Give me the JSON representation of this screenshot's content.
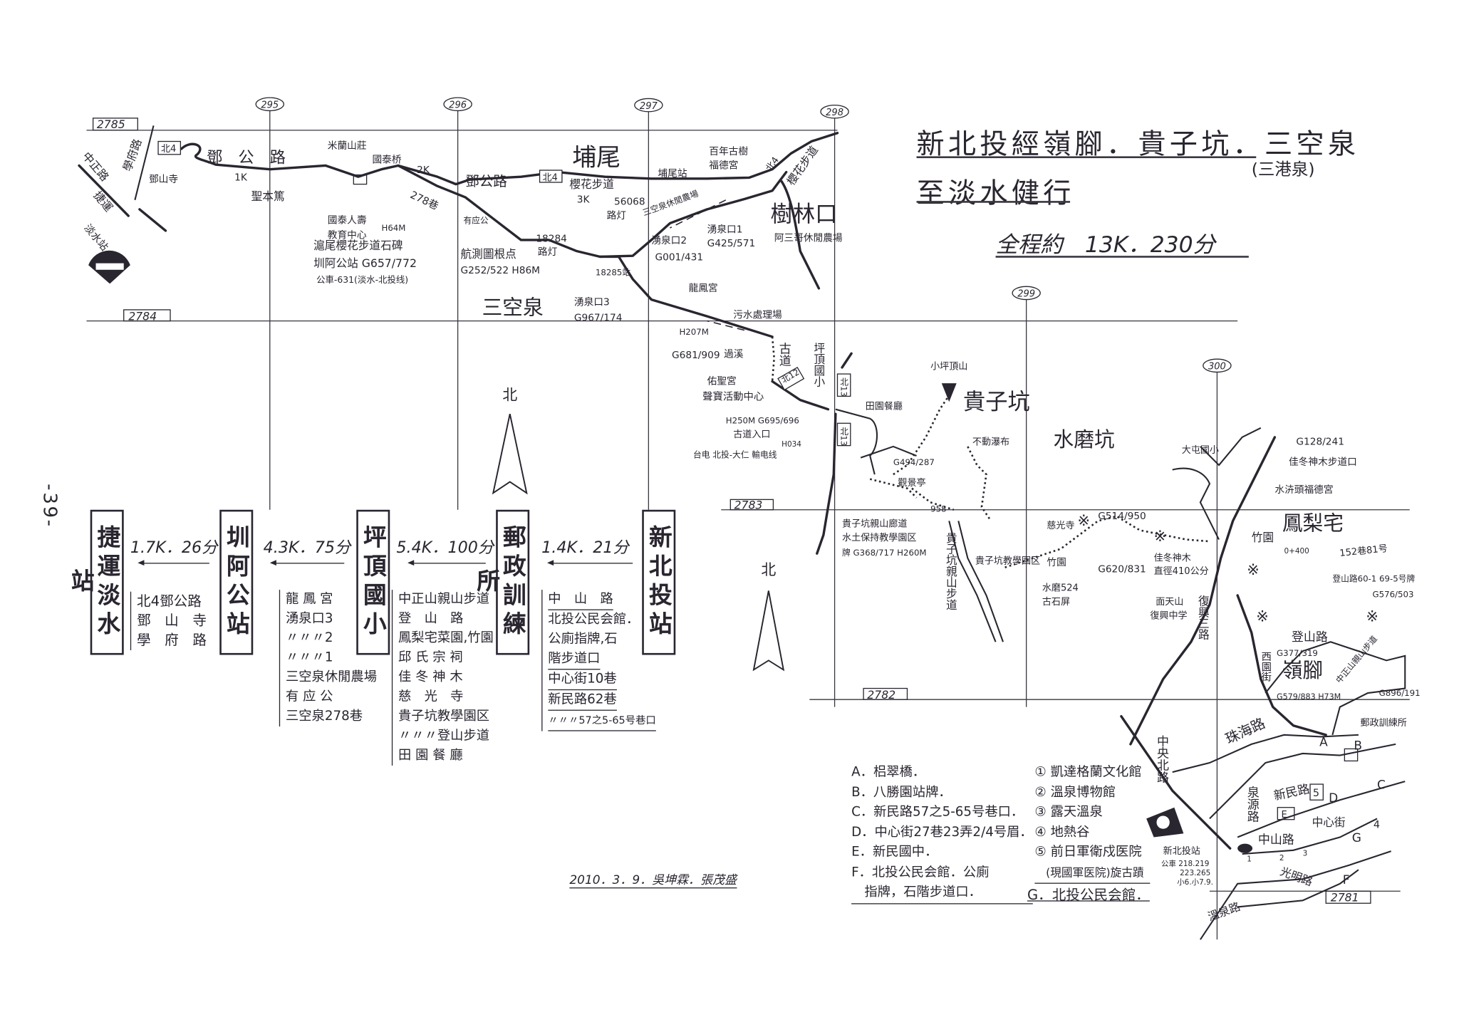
{
  "title": {
    "line1": "新北投經嶺腳．貴子坑．三空泉",
    "alias": "(三港泉)",
    "line2": "至淡水健行",
    "total": "全程約　13K．230分"
  },
  "page_number": "-39-",
  "grid": {
    "northing": [
      "2785",
      "2784",
      "2783",
      "2782",
      "2781"
    ],
    "easting": [
      "295",
      "296",
      "297",
      "298",
      "299",
      "300"
    ]
  },
  "north_label": "北",
  "route": {
    "stations": [
      "捷運淡水站",
      "圳阿公站",
      "坪頂國小",
      "郵政訓練所",
      "新北投站"
    ],
    "segments": [
      {
        "distance": "1.7K．26分",
        "waypoints": [
          "北4鄧公路",
          "鄧　山　寺",
          "學　府　路"
        ]
      },
      {
        "distance": "4.3K．75分",
        "waypoints": [
          "龍 鳳 宮",
          "湧泉口3",
          "〃〃〃2",
          "〃〃〃1",
          "三空泉休閒農場",
          "有 应 公",
          "三空泉278巷"
        ]
      },
      {
        "distance": "5.4K．100分",
        "waypoints": [
          "中正山親山步道",
          "登　山　路",
          "鳳梨宅菜園,竹園",
          "邱 氏 宗 祠",
          "佳 冬 神 木",
          "慈　光　寺",
          "貴子坑教學園区",
          "〃〃〃登山步道",
          "田 園 餐 廳"
        ]
      },
      {
        "distance": "1.4K．21分",
        "waypoints": [
          "中　山　路",
          "北投公民会館．",
          "公廁指牌,石",
          "階步道口",
          "中心街10巷",
          "新民路62巷",
          "〃〃〃57之5-65号巷口"
        ]
      }
    ]
  },
  "legend": {
    "letters": [
      "A．梠翠橋．",
      "B．八勝園站牌．",
      "C．新民路57之5-65号巷口．",
      "D．中心街27巷23弄2/4号眉．",
      "E．新民國中．",
      "F．北投公民会館．公廁",
      "　指牌，石階步道口．"
    ],
    "numbers": [
      "① 凱達格蘭文化館",
      "② 溫泉博物館",
      "③ 露天溫泉",
      "④ 地熱谷",
      "⑤ 前日軍衛戍医院",
      "　(現國軍医院)旋古蹟"
    ],
    "g_item": "G．北投公民会館．"
  },
  "credits": "2010．3．9．吳坤霖．張茂盛",
  "map": {
    "places": {
      "puwei": "埔尾",
      "shulinkou": "樹林口",
      "sankongquan": "三空泉",
      "guizikeng": "貴子坑",
      "shuimokeng": "水磨坑",
      "fenglizhai": "鳳梨宅",
      "lingjiao": "嶺腳"
    },
    "roads": {
      "denggong1": "鄧　公　路",
      "denggong2": "鄧公路",
      "xuefu": "學府路",
      "zhongzheng": "中正路",
      "mrt": "捷運",
      "tamsui_st": "淡水站",
      "bei4a": "北4",
      "bei4b": "北4",
      "bei4c": "北4",
      "lane278": "278巷",
      "sakura1": "櫻花步道",
      "sakura2": "櫻花步道",
      "gudao": "古道",
      "bei12": "北12",
      "bei13a": "北13",
      "bei13b": "北13",
      "zhuhai": "珠海路",
      "quanyuan": "泉源路",
      "xinmin": "新民路",
      "zhongxin": "中心街",
      "zhongshan": "中山路",
      "guangming": "光明路",
      "wenquan": "溫泉路",
      "zhongyangbei": "中央北路",
      "dengshan": "登山路",
      "xiyuan": "西園街",
      "fuxing3": "復興三路"
    },
    "labels": {
      "dengshansi": "鄧山寺",
      "k1": "1K",
      "k2": "2K",
      "k3": "3K",
      "shengbendu": "聖本篤",
      "milan": "米蘭山莊",
      "guotai_bridge": "國泰桥",
      "cathay1": "國泰人壽",
      "cathay2": "教育中心",
      "h64": "H64M",
      "stele": "滬尾櫻花步道石碑",
      "zhunagong": "圳阿公站 G657/772",
      "bus631": "公車-631(淡水-北投线)",
      "youyinggong": "有应公",
      "survey": "航測圖根点",
      "survey_g": "G252/522 H86M",
      "lamp18284": "18284",
      "lamp1": "路灯",
      "lamp56068": "56068",
      "lamp2": "路灯",
      "puwei_st": "埔尾站",
      "oldtree": "百年古樹",
      "fude1": "福德宮",
      "farm3k": "三空泉休閒農場",
      "spring1": "湧泉口1",
      "spring1g": "G425/571",
      "spring2": "湧泉口2",
      "spring2g": "G001/431",
      "st18285": "18285站",
      "asange": "阿三哥休閒農場",
      "spring3": "湧泉口3",
      "spring3g": "G967/174",
      "longfeng": "龍鳳宮",
      "sewage": "污水處理場",
      "h207": "H207M",
      "g681": "G681/909",
      "crossing": "過溪",
      "pingding": "坪頂國小",
      "yousheng": "佑聖宮",
      "sampo": "聲寶活動中心",
      "h250": "H250M G695/696",
      "gudao_entry": "古道入口",
      "powerline": "台电 北投-大仁 輸电线",
      "h034": "H034",
      "tianyuan": "田園餐廳",
      "xiaopingding": "小坪頂山",
      "budong": "不動瀑布",
      "g494": "G494/287",
      "lookout": "觀景亭",
      "n958": "958",
      "corridor1": "貴子坑親山廊道",
      "corridor2": "水土保持教學園区",
      "corridor3": "牌 G368/717 H260M",
      "gzk_trail": "貴子坑親山步道",
      "gzk_park": "貴子坑教學園区",
      "datun": "大屯國小",
      "g128": "G128/241",
      "jiadong_entry": "佳冬神木步道口",
      "fude2": "水泋頭福德宮",
      "ciguang": "慈光寺",
      "zhuyuan1": "竹園",
      "g514": "G514/950",
      "g620": "G620/831",
      "jiadong1": "佳冬神木",
      "jiadong2": "直徑410公分",
      "shuimo1": "水磨524",
      "shuimo2": "古石屏",
      "miantian1": "面天山",
      "miantian2": "復興中学",
      "zhuyuan2": "竹園",
      "k0400": "0+400",
      "lane152": "152巷81号",
      "dengshan_no": "登山路60-1 69-5号牌",
      "g576": "G576/503",
      "g377": "G377/319",
      "g579": "G579/883 H73M",
      "zzs_trail": "中正山親山步道",
      "g896": "G896/191",
      "post": "郵政訓練所",
      "xbt_st": "新北投站",
      "bus1": "公車 218.219",
      "bus2": "223.265",
      "bus3": "小6.小7.9.",
      "pA": "A",
      "pB": "B",
      "pC": "C",
      "pD": "D",
      "pE": "E",
      "pF": "F",
      "pG": "G",
      "p4": "4",
      "p5": "5",
      "p2": "2",
      "p3": "3",
      "p1": "1"
    }
  }
}
